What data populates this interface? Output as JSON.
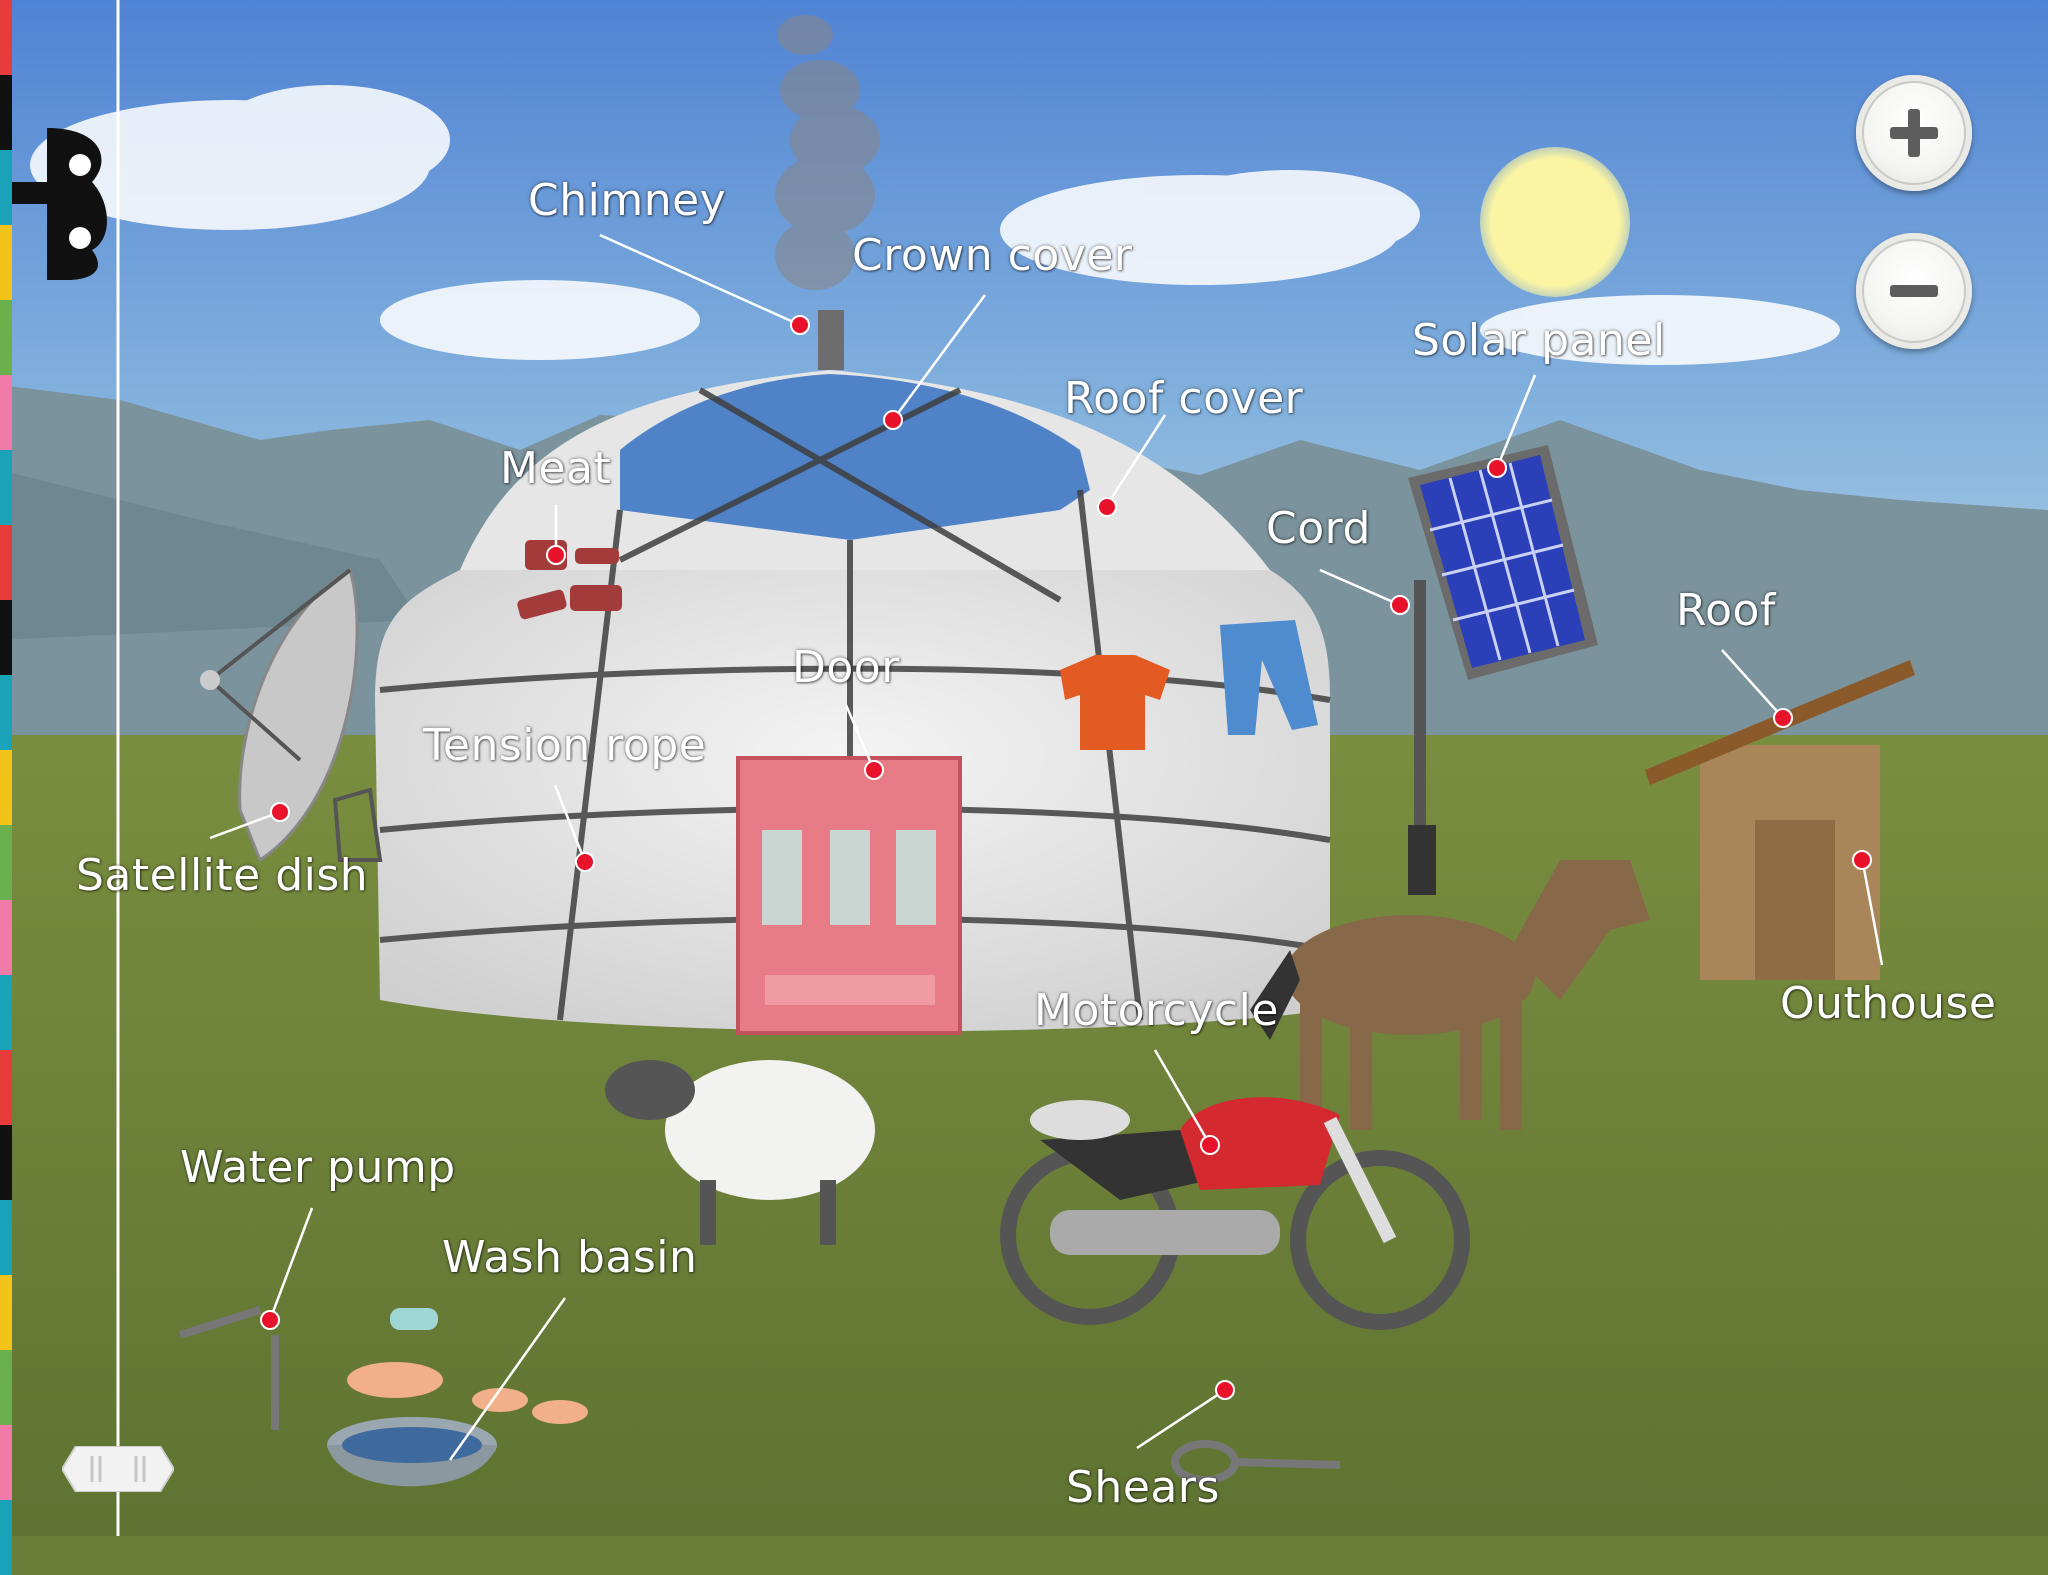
{
  "labels": {
    "chimney": "Chimney",
    "crown_cover": "Crown cover",
    "solar_panel": "Solar panel",
    "roof_cover": "Roof cover",
    "meat": "Meat",
    "cord": "Cord",
    "roof": "Roof",
    "door": "Door",
    "tension_rope": "Tension rope",
    "satellite_dish": "Satellite dish",
    "outhouse": "Outhouse",
    "motorcycle": "Motorcycle",
    "water_pump": "Water pump",
    "wash_basin": "Wash basin",
    "shears": "Shears"
  },
  "controls": {
    "zoom_in_icon": "plus-icon",
    "zoom_out_icon": "minus-icon",
    "menu_icon": "wind-up-key-icon",
    "scroll_icon": "scroll-handle-icon"
  },
  "colors": {
    "sky_top": "#5a86cf",
    "sky_bottom": "#b7d3e6",
    "grass": "#6a7f3a",
    "hotspot": "#e8132a",
    "door": "#e77b86",
    "motorcycle_tank": "#d42a2f",
    "solar_panel": "#2a3fb8",
    "sun": "#fbf5a3"
  },
  "left_strip_colors": [
    "#e63c3c",
    "#111111",
    "#1aa3b8",
    "#f4c31a",
    "#6ab04c",
    "#f07aa8",
    "#1aa3b8",
    "#e63c3c",
    "#111111",
    "#1aa3b8",
    "#f4c31a",
    "#6ab04c",
    "#f07aa8",
    "#1aa3b8",
    "#e63c3c",
    "#111111",
    "#1aa3b8",
    "#f4c31a",
    "#6ab04c",
    "#f07aa8",
    "#1aa3b8"
  ]
}
